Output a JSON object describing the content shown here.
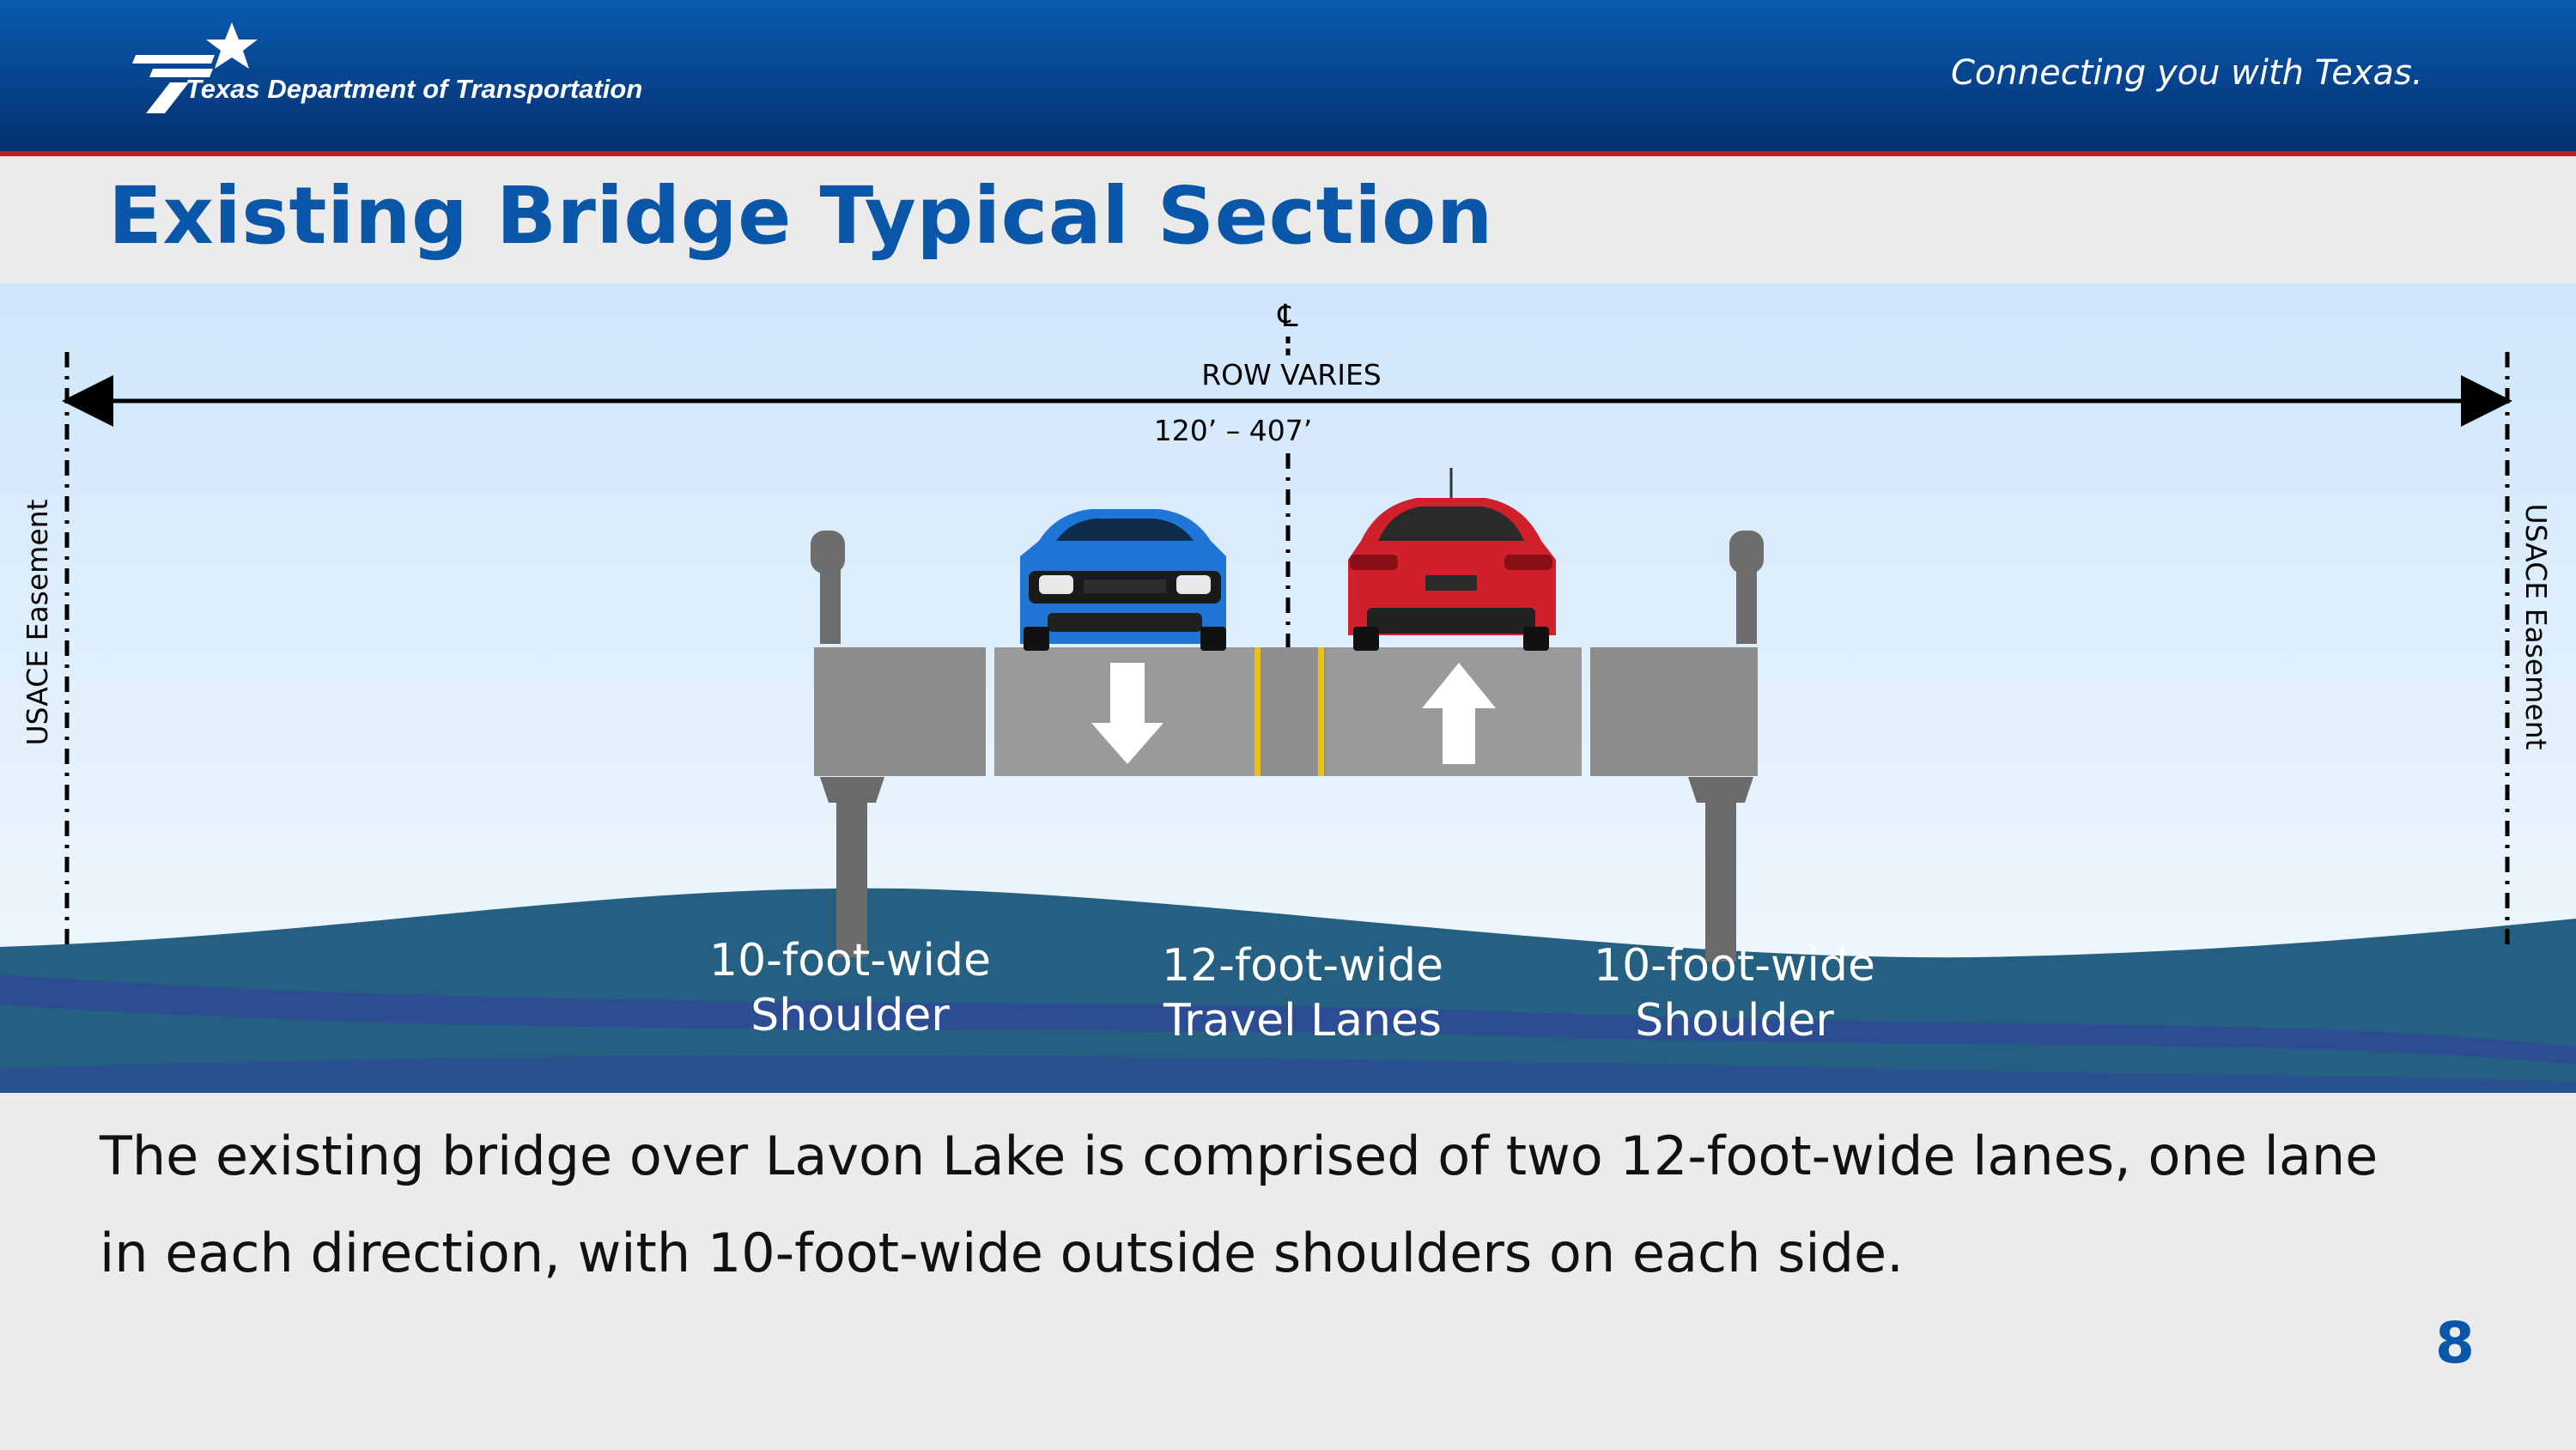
{
  "header": {
    "org_name": "Texas Department of Transportation",
    "tagline": "Connecting you with Texas.",
    "colors": {
      "top": "#0a5bb0",
      "bottom": "#03306f",
      "accent_line": "#c5161d"
    }
  },
  "slide": {
    "title": "Existing Bridge Typical Section",
    "page_number": "8"
  },
  "diagram": {
    "centerline_symbol": "℄",
    "row_label": "ROW VARIES",
    "row_range": "120’ – 407’",
    "easement_left": "USACE Easement",
    "easement_right": "USACE Easement",
    "labels": {
      "left_shoulder": [
        "10-foot-wide",
        "Shoulder"
      ],
      "travel_lanes": [
        "12-foot-wide",
        "Travel Lanes"
      ],
      "right_shoulder": [
        "10-foot-wide",
        "Shoulder"
      ]
    },
    "arrows": {
      "left_lane": "arrow-down-icon",
      "right_lane": "arrow-up-icon"
    },
    "colors": {
      "sky_top": "#cfe6fb",
      "sky_bottom": "#f3f9fe",
      "water": "#255f81",
      "water_stripe": "#2d4a95",
      "deck_shoulder": "#8c8c8c",
      "deck_lane": "#9a9a9a",
      "center_stripe": "#f2c200",
      "car_left": "#1f76d6",
      "car_right": "#d0202b"
    }
  },
  "caption": {
    "line1": "The existing bridge over Lavon Lake is comprised of two 12-foot-wide lanes, one lane",
    "line2": "in each direction, with 10-foot-wide outside shoulders on each side."
  }
}
